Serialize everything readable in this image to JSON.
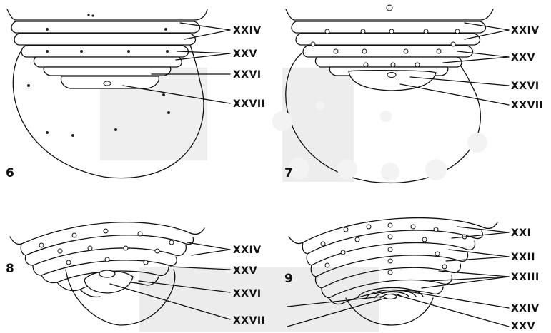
{
  "figures": [
    {
      "number": "6",
      "labels": [
        "XXIV",
        "XXV",
        "XXVI",
        "XXVII"
      ]
    },
    {
      "number": "7",
      "labels": [
        "XXIV",
        "XXV",
        "XXVI",
        "XXVII"
      ]
    },
    {
      "number": "8",
      "labels": [
        "XXIV",
        "XXV",
        "XXVI",
        "XXVII"
      ]
    },
    {
      "number": "9",
      "labels": [
        "XXI",
        "XXII",
        "XXIII",
        "XXIV",
        "XXV"
      ]
    }
  ],
  "colors": {
    "ink": "#111111",
    "paper": "#ffffff",
    "scan_grey": "#e9e9e9"
  }
}
